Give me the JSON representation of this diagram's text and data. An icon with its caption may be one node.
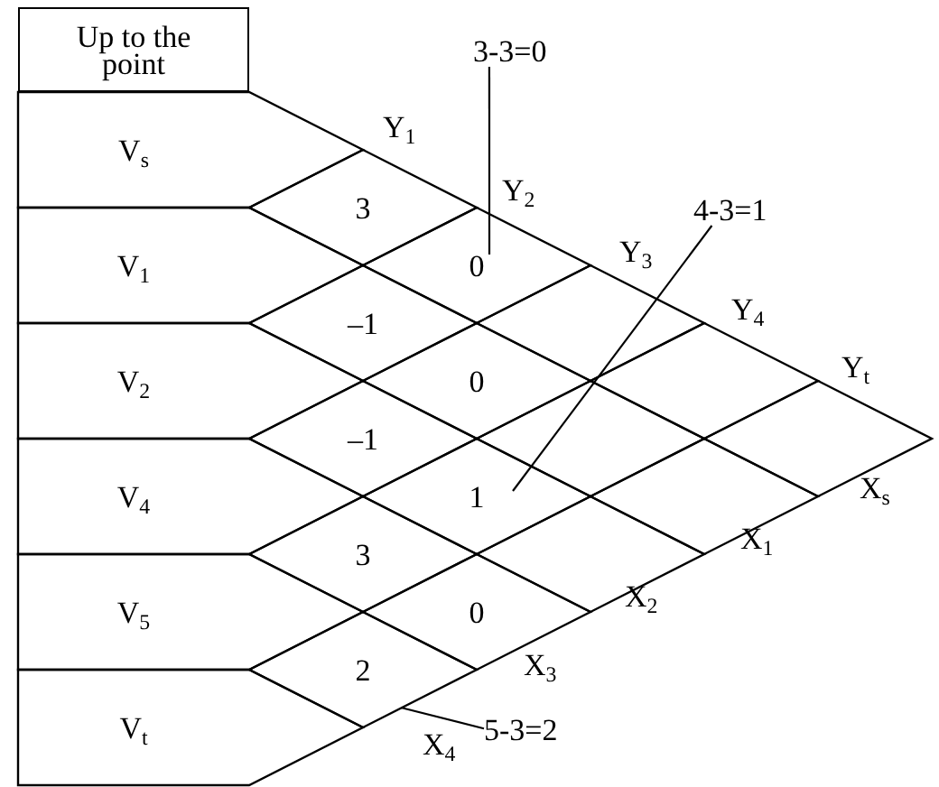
{
  "diagram": {
    "nodes": [
      {
        "text": [
          "Up to the point"
        ]
      },
      {
        "text": [
          "V$_{s}$"
        ]
      },
      {
        "text": [
          "V$_{1}$"
        ]
      },
      {
        "text": [
          "V$_{2}$"
        ]
      },
      {
        "text": [
          "V$_{4}$"
        ]
      },
      {
        "text": [
          "V$_{5}$"
        ]
      },
      {
        "text": [
          "V$_{t}$"
        ]
      },
      {
        "text": [
          "3"
        ]
      },
      {
        "text": [
          "0"
        ]
      },
      {
        "text": [],
        "shape": "diamond"
      },
      {
        "text": [],
        "shape": "diamond"
      },
      {
        "text": [],
        "shape": "diamond"
      },
      {
        "text": [
          "–1"
        ]
      },
      {
        "text": [
          "0"
        ]
      },
      {
        "text": [],
        "shape": "diamond"
      },
      {
        "text": [],
        "shape": "diamond"
      },
      {
        "text": [
          "–1"
        ]
      },
      {
        "text": [
          "1"
        ]
      },
      {
        "text": [],
        "shape": "diamond"
      },
      {
        "text": [
          "3"
        ]
      },
      {
        "text": [
          "0"
        ]
      },
      {
        "text": [
          "2"
        ]
      },
      {
        "text": [
          "3-3=0"
        ]
      },
      {
        "text": [
          "4-3=1"
        ]
      },
      {
        "text": [
          "5-3=2"
        ]
      }
    ],
    "edges": [
      {
        "from": 22,
        "to": 8,
        "arrow": "none"
      },
      {
        "from": 23,
        "to": 17,
        "arrow": "none"
      },
      {
        "from": 24,
        "to": 21,
        "arrow": "none"
      }
    ],
    "labels": [
      "Y$_{1}$",
      "Y$_{2}$",
      "Y$_{3}$",
      "Y$_{4}$",
      "Y$_{t}$",
      "X$_{s}$",
      "X$_{1}$",
      "X$_{2}$",
      "X$_{3}$",
      "X$_{4}$"
    ]
  }
}
